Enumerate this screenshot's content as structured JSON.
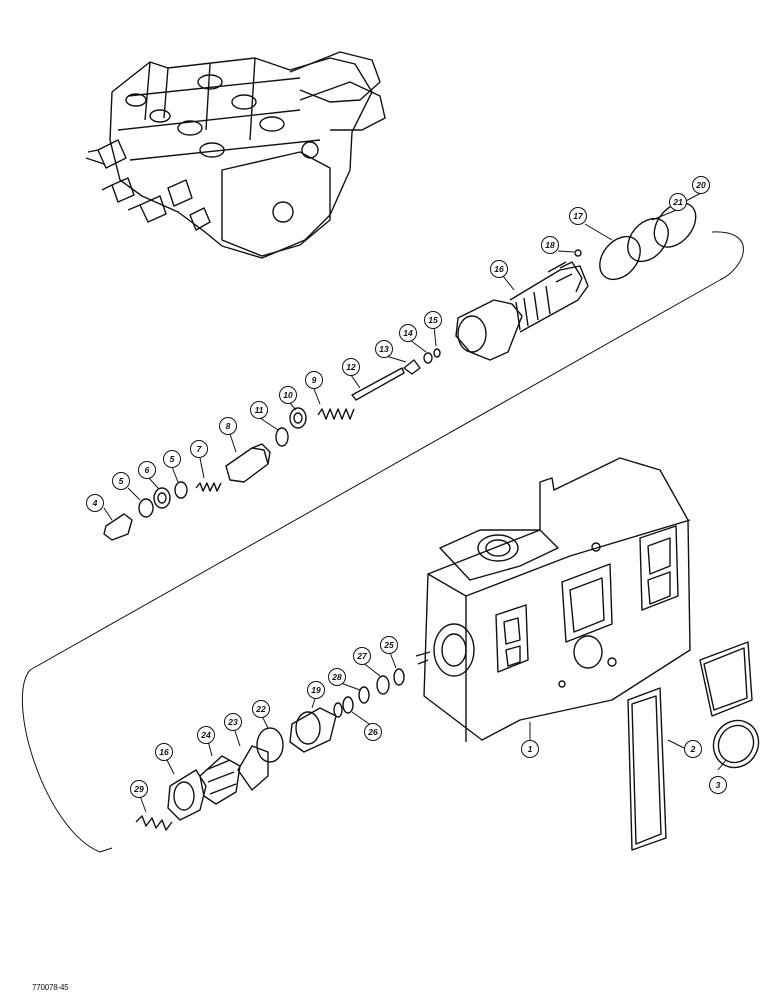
{
  "figure_code": "770078-45",
  "callouts": [
    "1",
    "2",
    "3",
    "4",
    "5",
    "6",
    "5",
    "7",
    "8",
    "9",
    "10",
    "11",
    "12",
    "13",
    "14",
    "15",
    "16",
    "17",
    "18",
    "20",
    "21",
    "16",
    "19",
    "22",
    "23",
    "24",
    "25",
    "26",
    "27",
    "28",
    "29"
  ]
}
